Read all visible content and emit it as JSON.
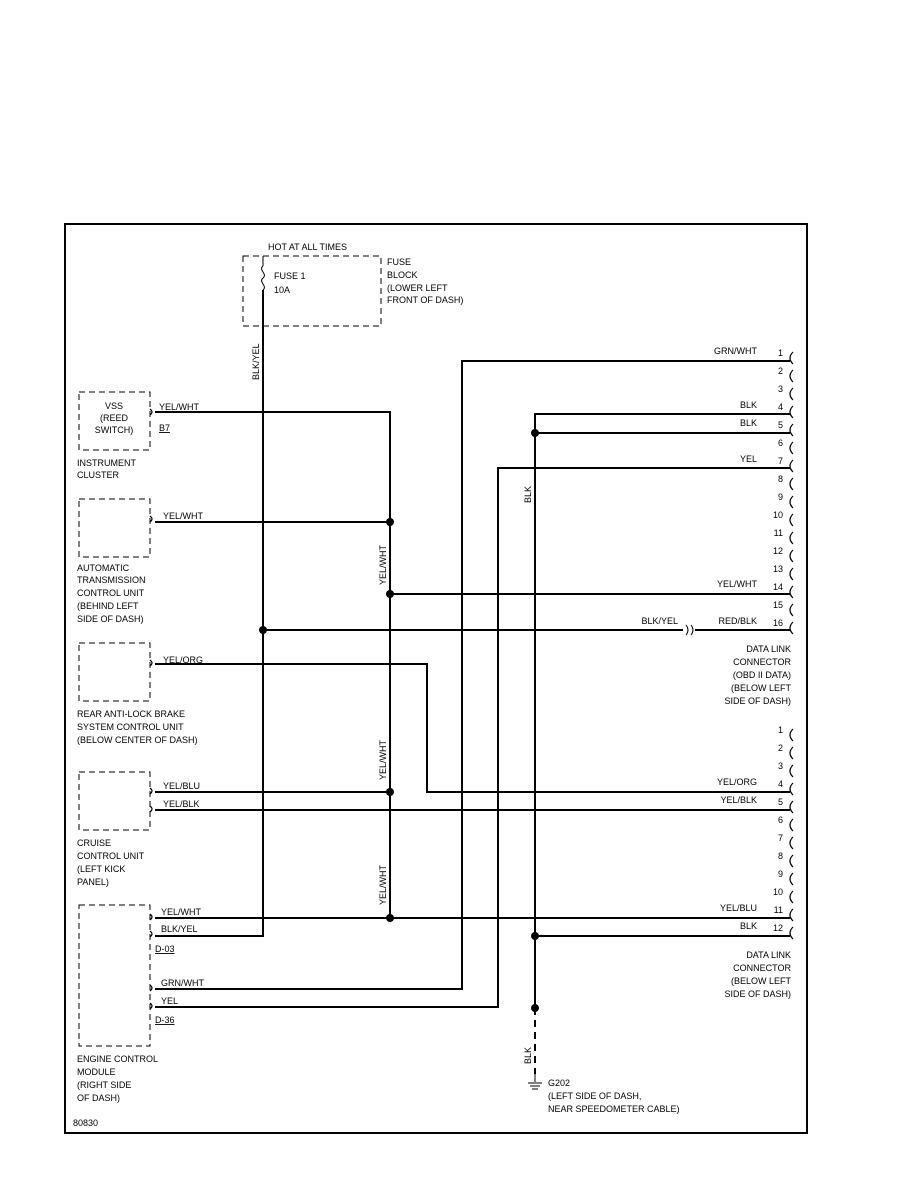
{
  "fuse_block": {
    "hot_label": "HOT AT ALL TIMES",
    "fuse_name": "FUSE 1",
    "fuse_rating": "10A",
    "label_lines": [
      "FUSE",
      "BLOCK",
      "(LOWER LEFT",
      "FRONT OF DASH)"
    ]
  },
  "components": {
    "vss": {
      "box_lines": [
        "VSS",
        "(REED",
        "SWITCH)"
      ],
      "label_lines": [
        "INSTRUMENT",
        "CLUSTER"
      ],
      "connector": "B7"
    },
    "tcu": {
      "label_lines": [
        "AUTOMATIC",
        "TRANSMISSION",
        "CONTROL UNIT",
        "(BEHIND LEFT",
        "SIDE OF DASH)"
      ]
    },
    "abs": {
      "label_lines": [
        "REAR ANTI-LOCK BRAKE",
        "SYSTEM CONTROL UNIT",
        "(BELOW CENTER OF DASH)"
      ]
    },
    "cruise": {
      "label_lines": [
        "CRUISE",
        "CONTROL UNIT",
        "(LEFT KICK",
        "PANEL)"
      ]
    },
    "ecm": {
      "label_lines": [
        "ENGINE CONTROL",
        "MODULE",
        "(RIGHT SIDE",
        "OF DASH)"
      ],
      "connector_a": "D-03",
      "connector_b": "D-36"
    }
  },
  "wires": {
    "vss_out": "YEL/WHT",
    "tcu_out": "YEL/WHT",
    "abs_out": "YEL/ORG",
    "cruise_out1": "YEL/BLU",
    "cruise_out2": "YEL/BLK",
    "ecm_1": "YEL/WHT",
    "ecm_2": "BLK/YEL",
    "ecm_3": "GRN/WHT",
    "ecm_4": "YEL",
    "fuse_down": "BLK/YEL",
    "vert_1": "YEL/WHT",
    "vert_2": "YEL/WHT",
    "vert_3": "YEL/WHT",
    "ground_vert": "BLK",
    "ground_lower": "BLK"
  },
  "dlc1": {
    "pins": [
      "1",
      "2",
      "3",
      "4",
      "5",
      "6",
      "7",
      "8",
      "9",
      "10",
      "11",
      "12",
      "13",
      "14",
      "15",
      "16"
    ],
    "wire_labels": {
      "p1": "GRN/WHT",
      "p4": "BLK",
      "p5": "BLK",
      "p7": "YEL",
      "p14": "YEL/WHT",
      "p16": "RED/BLK",
      "p16_splice": "BLK/YEL"
    },
    "label_lines": [
      "DATA LINK",
      "CONNECTOR",
      "(OBD II DATA)",
      "(BELOW LEFT",
      "SIDE OF DASH)"
    ]
  },
  "dlc2": {
    "pins": [
      "1",
      "2",
      "3",
      "4",
      "5",
      "6",
      "7",
      "8",
      "9",
      "10",
      "11",
      "12"
    ],
    "wire_labels": {
      "p4": "YEL/ORG",
      "p5": "YEL/BLK",
      "p11": "YEL/BLU",
      "p12": "BLK"
    },
    "label_lines": [
      "DATA LINK",
      "CONNECTOR",
      "(BELOW LEFT",
      "SIDE OF DASH)"
    ]
  },
  "ground": {
    "name": "G202",
    "label_lines": [
      "(LEFT SIDE OF DASH,",
      "NEAR SPEEDOMETER CABLE)"
    ]
  },
  "figure_id": "80830"
}
